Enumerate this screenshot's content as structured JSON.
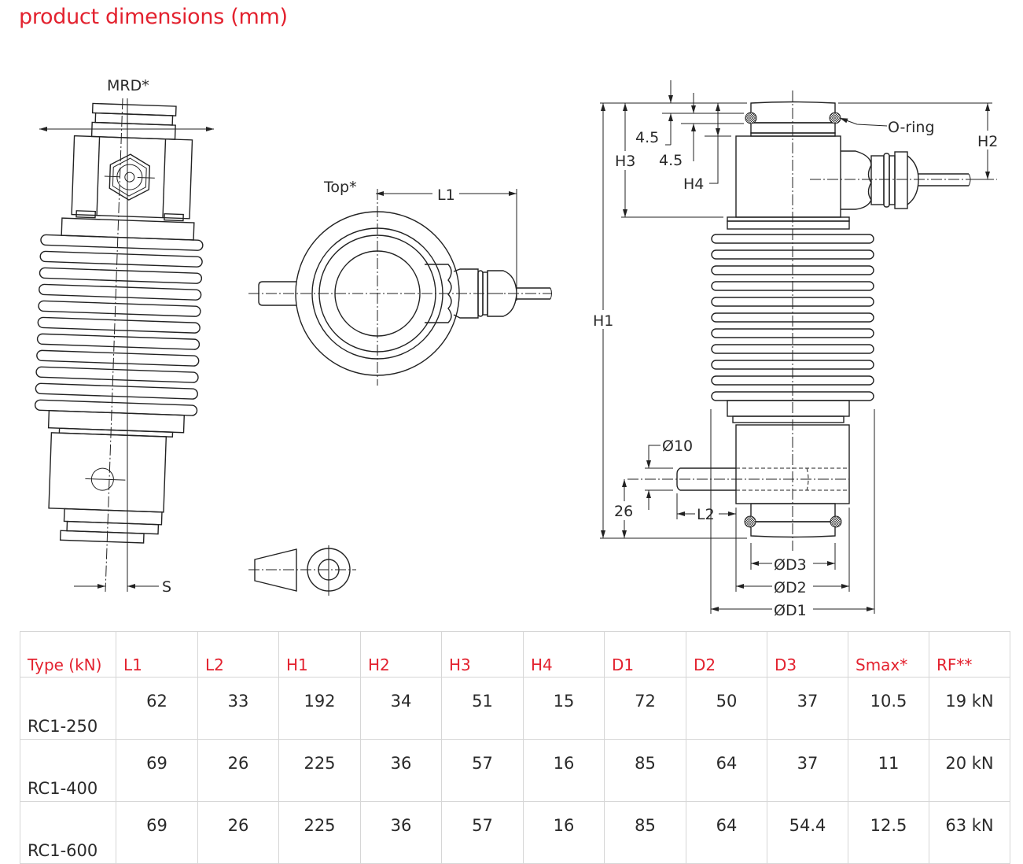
{
  "title": "product dimensions (mm)",
  "drawings": {
    "side_view": {
      "mrd_label": "MRD*",
      "s_label": "S"
    },
    "top_view": {
      "top_label": "Top*",
      "l1_label": "L1"
    },
    "front_view": {
      "h1_label": "H1",
      "h2_label": "H2",
      "h3_label": "H3",
      "h4_label": "H4",
      "dim_a_label": "4.5",
      "dim_b_label": "4.5",
      "oring_label": "O-ring",
      "pin_diameter_label": "Ø10",
      "pin_height_label": "26",
      "l2_label": "L2",
      "d3_label": "ØD3",
      "d2_label": "ØD2",
      "d1_label": "ØD1"
    }
  },
  "table": {
    "headers": [
      "Type (kN)",
      "L1",
      "L2",
      "H1",
      "H2",
      "H3",
      "H4",
      "D1",
      "D2",
      "D3",
      "Smax*",
      "RF**"
    ],
    "rows": [
      [
        "RC1-250",
        "62",
        "33",
        "192",
        "34",
        "51",
        "15",
        "72",
        "50",
        "37",
        "10.5",
        "19 kN"
      ],
      [
        "RC1-400",
        "69",
        "26",
        "225",
        "36",
        "57",
        "16",
        "85",
        "64",
        "37",
        "11",
        "20 kN"
      ],
      [
        "RC1-600",
        "69",
        "26",
        "225",
        "36",
        "57",
        "16",
        "85",
        "64",
        "54.4",
        "12.5",
        "63 kN"
      ]
    ]
  },
  "colors": {
    "accent": "#e3222f",
    "text": "#2a2a2a",
    "grid": "#d6d6d6"
  }
}
